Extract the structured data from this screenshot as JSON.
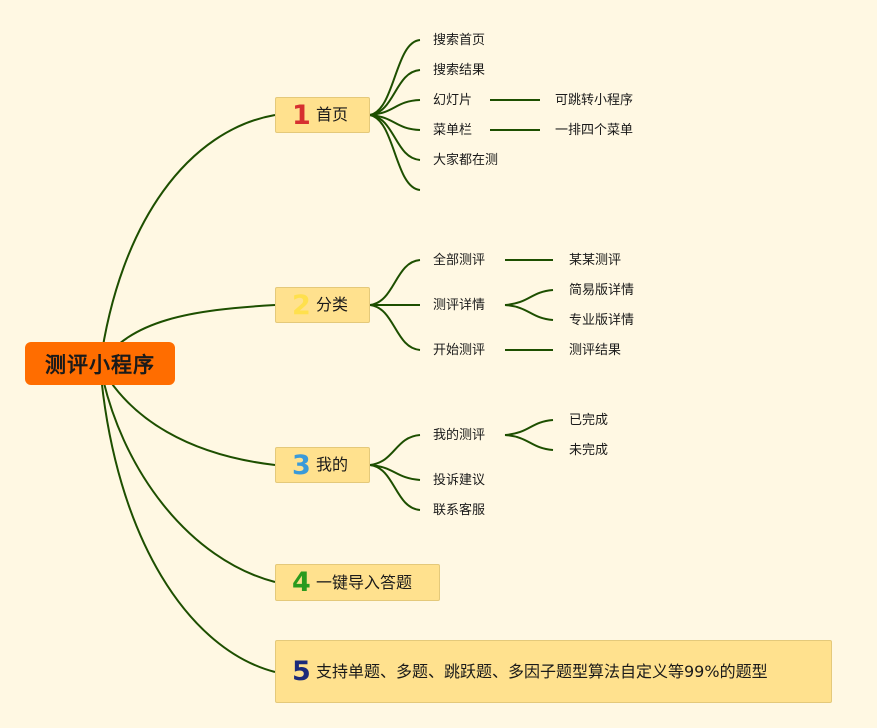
{
  "root": {
    "label": "测评小程序"
  },
  "branches": [
    {
      "num": "1",
      "num_color": "#d62f2f",
      "label": "首页",
      "children": [
        "搜索首页",
        "搜索结果",
        "幻灯片",
        "菜单栏",
        "大家都在测",
        ""
      ],
      "sub": {
        "slides": "可跳转小程序",
        "menu": "一排四个菜单"
      }
    },
    {
      "num": "2",
      "num_color": "#ffe04d",
      "label": "分类",
      "children": [
        "全部测评",
        "测评详情",
        "开始测评"
      ],
      "sub": {
        "all": "某某测评",
        "detail_simple": "简易版详情",
        "detail_pro": "专业版详情",
        "start": "测评结果"
      }
    },
    {
      "num": "3",
      "num_color": "#3a9ad9",
      "label": "我的",
      "children": [
        "我的测评",
        "投诉建议",
        "联系客服"
      ],
      "sub": {
        "done": "已完成",
        "undone": "未完成"
      }
    },
    {
      "num": "4",
      "num_color": "#2a9a1e",
      "label": "一键导入答题"
    },
    {
      "num": "5",
      "num_color": "#1b2a7a",
      "label": "支持单题、多题、跳跃题、多因子题型算法自定义等99%的题型"
    }
  ],
  "colors": {
    "background": "#fff8e3",
    "root": "#ff6d00",
    "branch": "#ffe18e",
    "line": "#1d4f00"
  }
}
